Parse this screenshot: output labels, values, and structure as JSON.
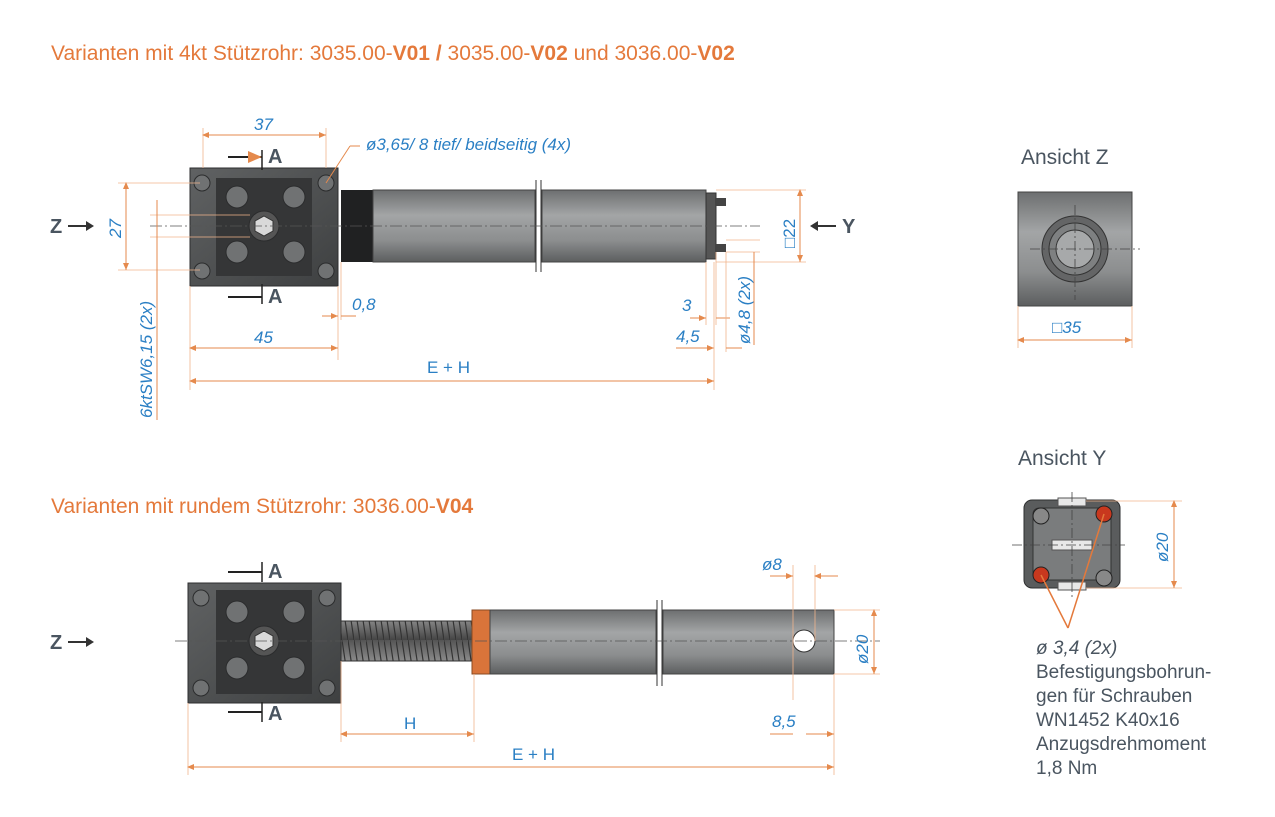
{
  "heading1": {
    "prefix": "Varianten mit 4kt Stützrohr: 3035.00-",
    "v1": "V01",
    "slash": " / ",
    "mid": "3035.00-",
    "v2": "V02",
    "and": " und 3036.00-",
    "v3": "V02"
  },
  "heading2": {
    "prefix": "Varianten mit rundem Stützrohr: 3036.00-",
    "v1": "V04"
  },
  "top": {
    "d37": "37",
    "hole_note": "ø3,65/ 8 tief/ beidseitig (4x)",
    "section_a": "A",
    "view_z": "Z",
    "d27": "27",
    "d22": "□22",
    "view_y": "Y",
    "hex": "6ktSW6,15 (2x)",
    "d08": "0,8",
    "d3": "3",
    "d45_pin": "4,5",
    "d48": "ø4,8 (2x)",
    "d45": "45",
    "eh": "E + H"
  },
  "bottom": {
    "section_a": "A",
    "view_z": "Z",
    "d8": "ø8",
    "d20": "ø20",
    "h": "H",
    "d85": "8,5",
    "eh": "E + H"
  },
  "ansicht_z": {
    "title": "Ansicht Z",
    "d35": "□35"
  },
  "ansicht_y": {
    "title": "Ansicht Y",
    "d20": "ø20",
    "holes": "ø 3,4 (2x)",
    "note": [
      "Befestigungsbohrun-",
      "gen für Schrauben",
      "WN1452 K40x16",
      "Anzugsdrehmoment",
      "1,8 Nm"
    ]
  }
}
